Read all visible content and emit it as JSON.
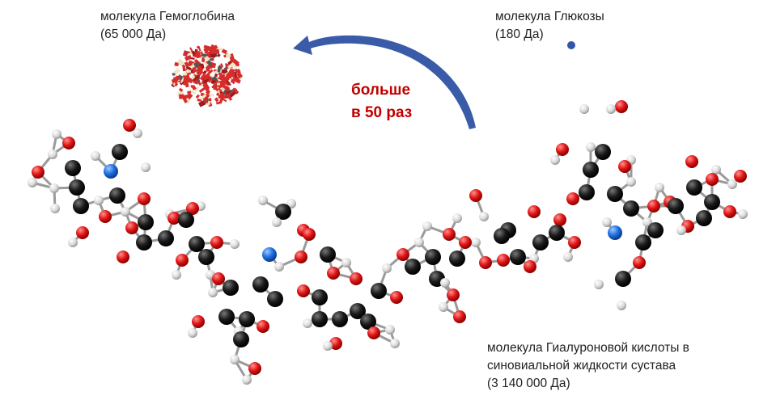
{
  "labels": {
    "hemoglobin": {
      "name": "молекула Гемоглобина",
      "mass": "(65 000 Да)"
    },
    "glucose": {
      "name": "молекула Глюкозы",
      "mass": "(180 Да)"
    },
    "hyaluronic": {
      "line1": "молекула Гиалуроновой кислоты в",
      "line2": "синовиальной жидкости сустава",
      "mass": "(3 140 000 Да)"
    },
    "ratio": {
      "line1": "больше",
      "line2": "в 50 раз"
    }
  },
  "colors": {
    "carbon": "#111111",
    "oxygen": "#e11b1b",
    "hydrogen": "#d8d8d8",
    "nitrogen": "#1565d8",
    "arrow": "#3a5ba8",
    "ratio_text": "#c00000",
    "glucose_dot": "#3355aa"
  }
}
